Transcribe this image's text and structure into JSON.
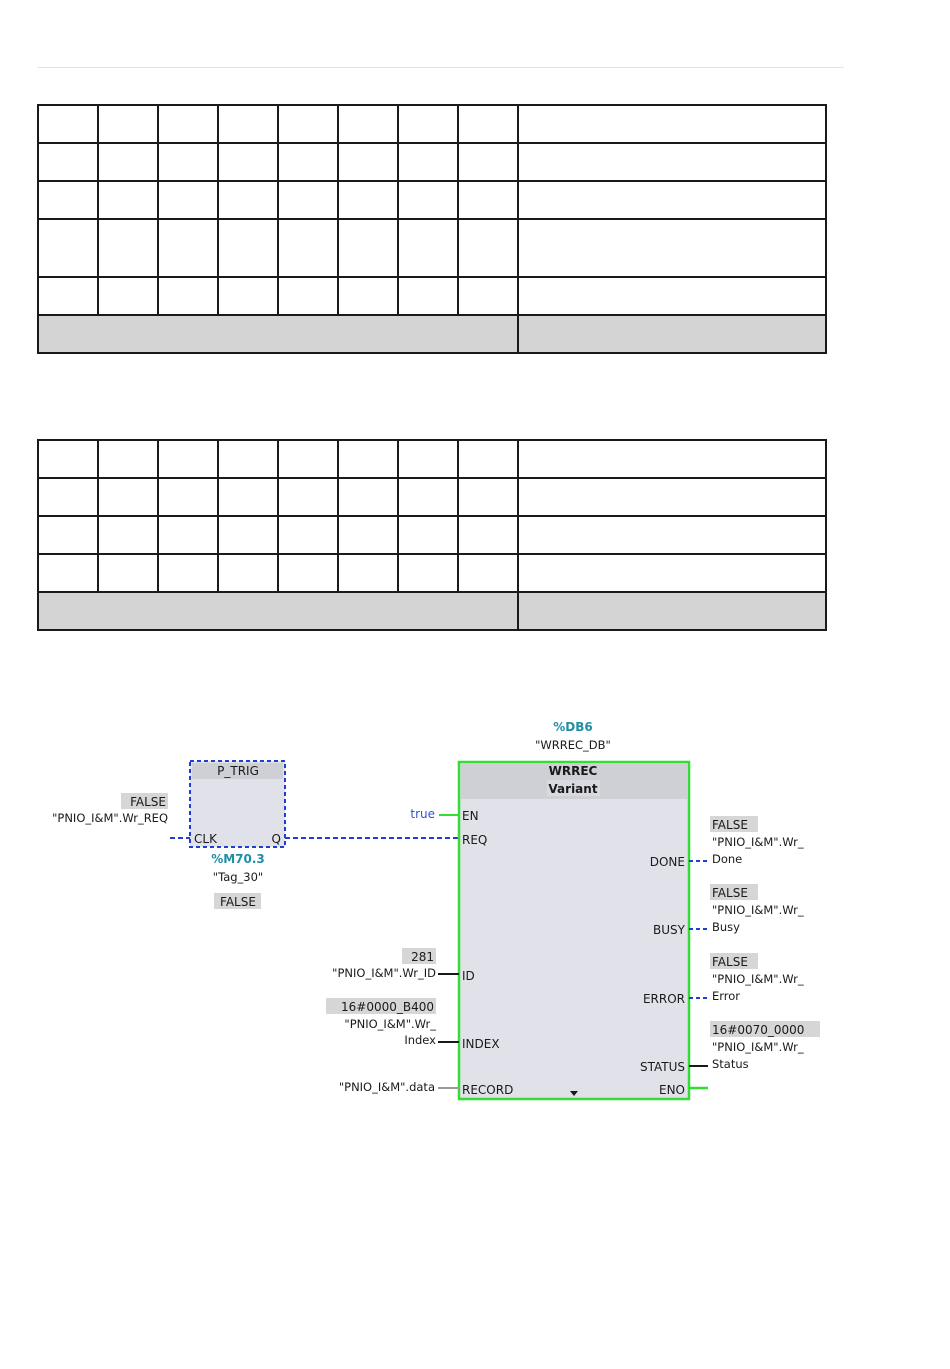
{
  "tables": [
    {
      "id": "table1",
      "row_heights": [],
      "rows": 5
    },
    {
      "id": "table2",
      "rows": 4
    }
  ],
  "diagram": {
    "ptrig": {
      "title": "P_TRIG",
      "pin_clk": "CLK",
      "pin_q": "Q",
      "input_value": "FALSE",
      "input_tag": "\"PNIO_I&M\".Wr_REQ",
      "address": "%M70.3",
      "address_tag": "\"Tag_30\"",
      "output_value": "FALSE"
    },
    "wrrec": {
      "db_address": "%DB6",
      "db_name": "\"WRREC_DB\"",
      "title": "WRREC",
      "type": "Variant",
      "en_value": "true",
      "inputs": {
        "en": "EN",
        "req": "REQ",
        "id": "ID",
        "index": "INDEX",
        "record": "RECORD"
      },
      "outputs": {
        "done": "DONE",
        "busy": "BUSY",
        "error": "ERROR",
        "status": "STATUS",
        "eno": "ENO"
      },
      "id_value": "281",
      "id_tag": "\"PNIO_I&M\".Wr_ID",
      "index_value": "16#0000_B400",
      "index_tag_line1": "\"PNIO_I&M\".Wr_",
      "index_tag_line2": "Index",
      "record_tag": "\"PNIO_I&M\".data",
      "done_value": "FALSE",
      "done_tag_line1": "\"PNIO_I&M\".Wr_",
      "done_tag_line2": "Done",
      "busy_value": "FALSE",
      "busy_tag_line1": "\"PNIO_I&M\".Wr_",
      "busy_tag_line2": "Busy",
      "error_value": "FALSE",
      "error_tag_line1": "\"PNIO_I&M\".Wr_",
      "error_tag_line2": "Error",
      "status_value": "16#0070_0000",
      "status_tag_line1": "\"PNIO_I&M\".Wr_",
      "status_tag_line2": "Status"
    },
    "colors": {
      "rlo_false_wire": "#1e3fd0",
      "rlo_true_wire": "#33dd33",
      "block_fill": "#e1e1ea",
      "block_header": "#cfcfd6",
      "address_text": "#1f8fa5",
      "value_box": "#d6d6d6"
    }
  }
}
